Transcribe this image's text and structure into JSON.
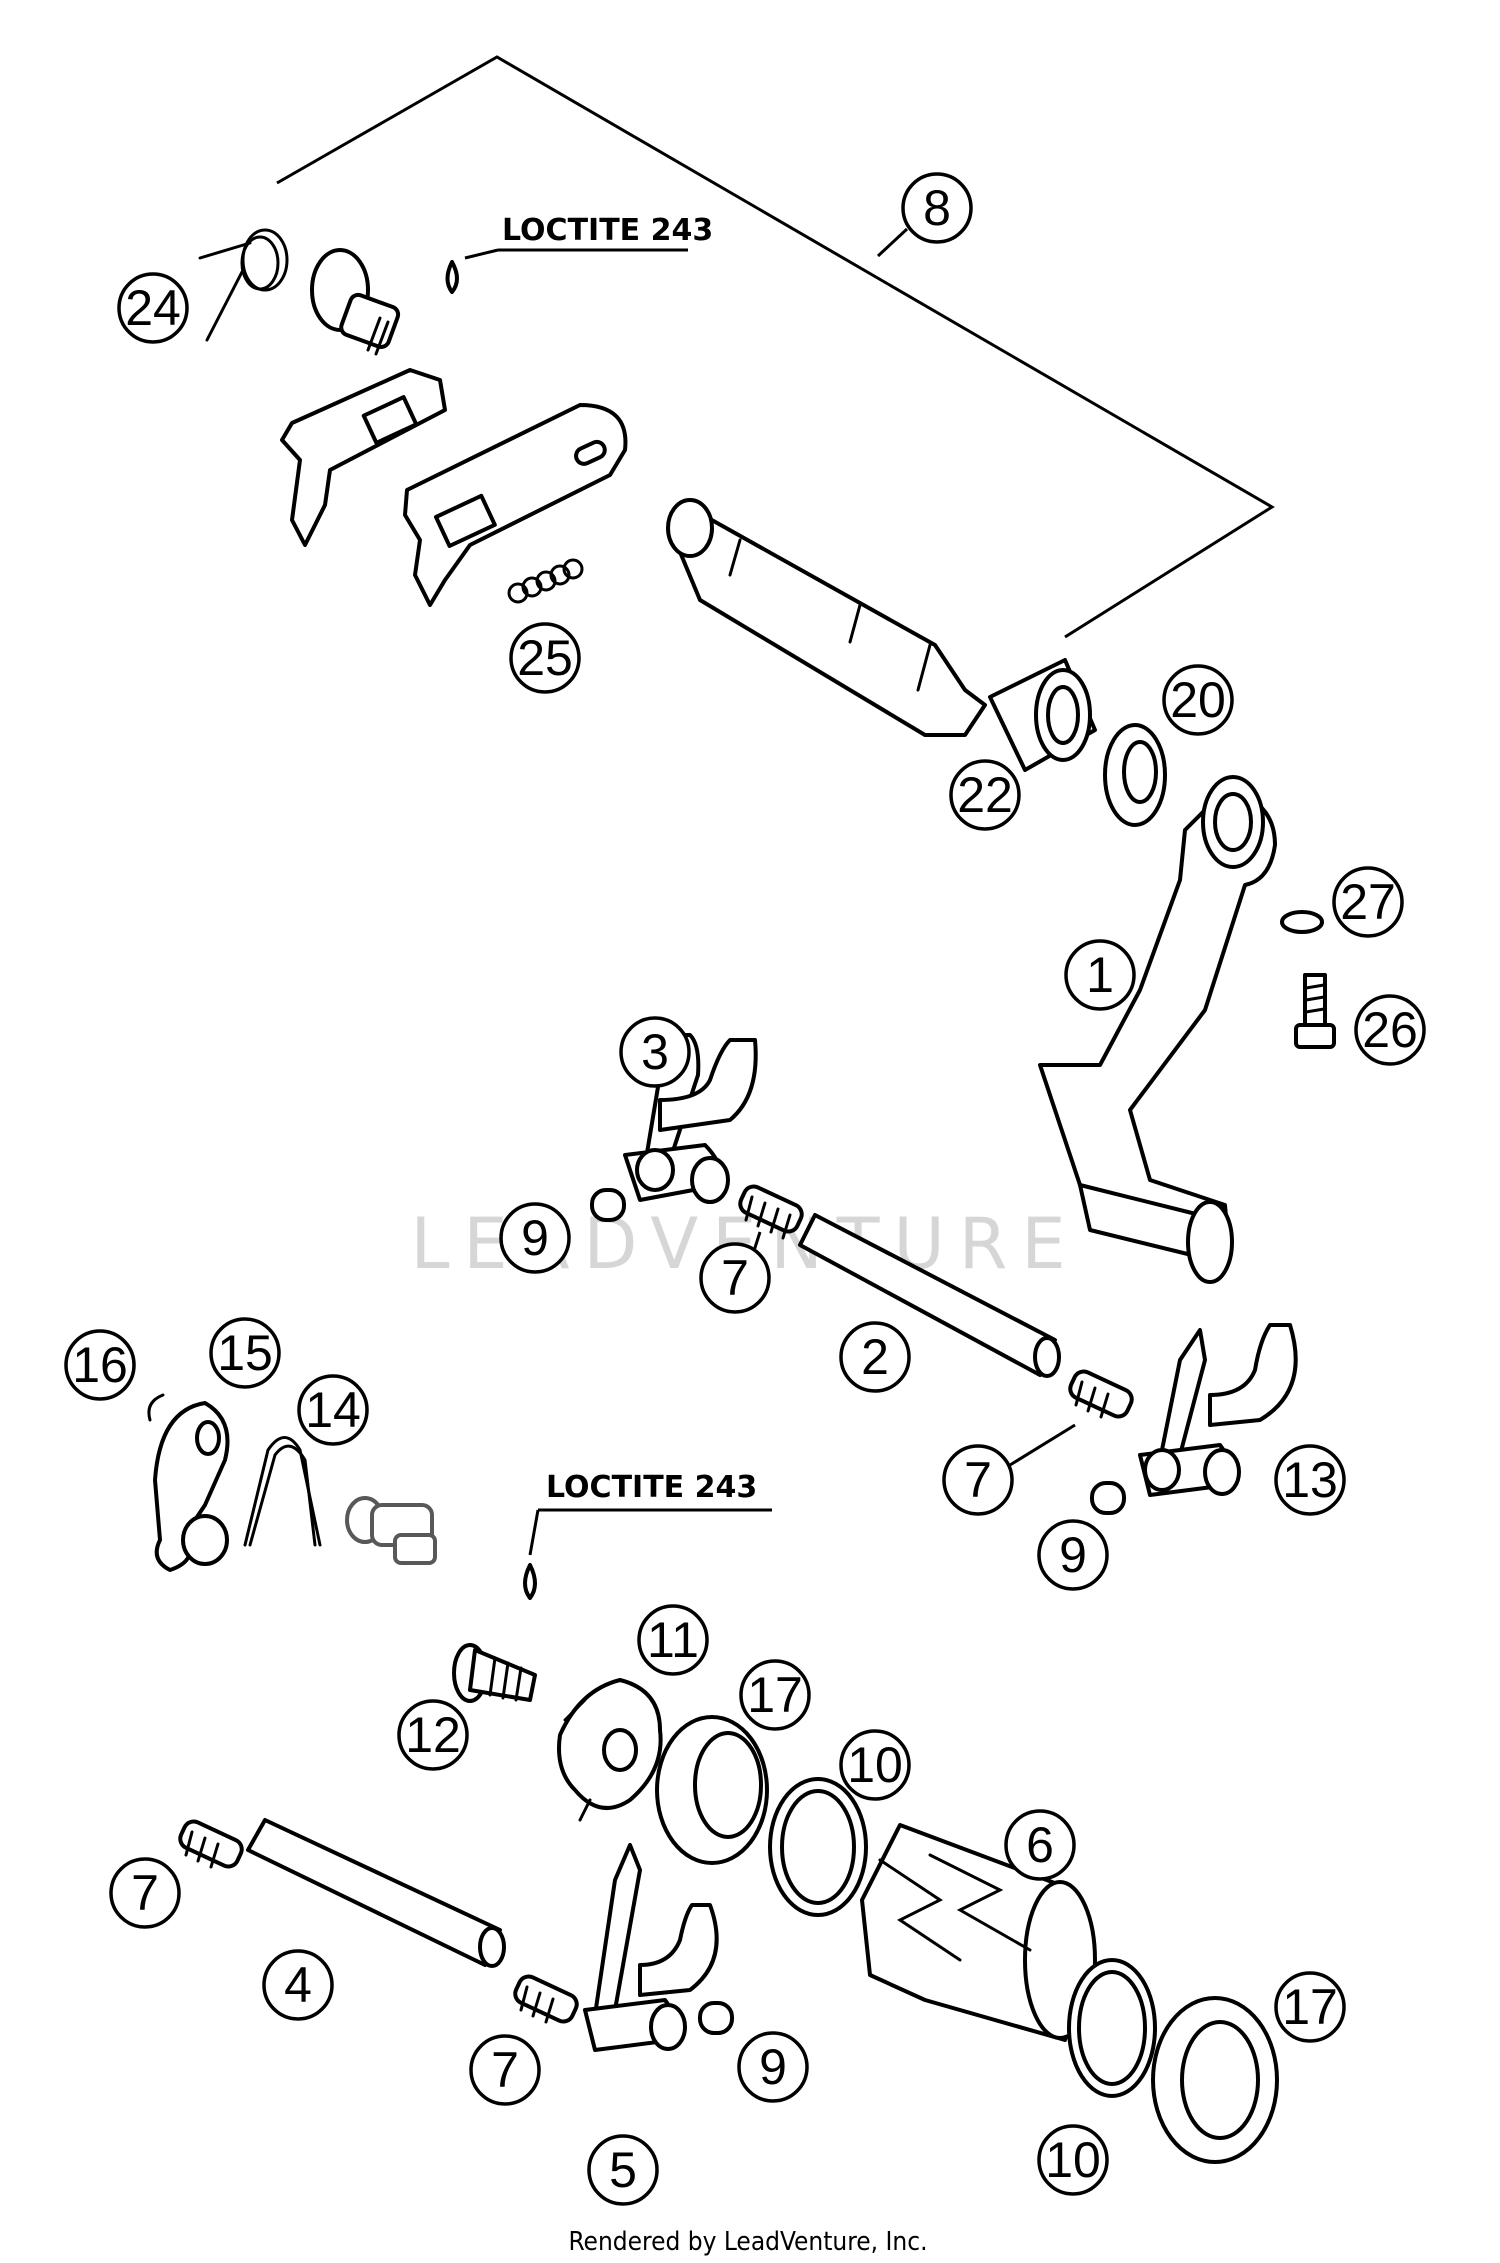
{
  "notes": {
    "loctite_top": "LOCTITE 243",
    "loctite_mid": "LOCTITE 243"
  },
  "watermark": "LEADVENTURE",
  "credit": "Rendered by LeadVenture, Inc.",
  "callouts": {
    "c8": "8",
    "c24": "24",
    "c25": "25",
    "c22": "22",
    "c20": "20",
    "c27": "27",
    "c1": "1",
    "c26": "26",
    "c3": "3",
    "c9a": "9",
    "c7a": "7",
    "c2": "2",
    "c16": "16",
    "c15": "15",
    "c14": "14",
    "c7b": "7",
    "c13": "13",
    "c9b": "9",
    "c11": "11",
    "c17a": "17",
    "c12": "12",
    "c10a": "10",
    "c6": "6",
    "c7c": "7",
    "c4": "4",
    "c7d": "7",
    "c9c": "9",
    "c17b": "17",
    "c5": "5",
    "c10b": "10"
  }
}
